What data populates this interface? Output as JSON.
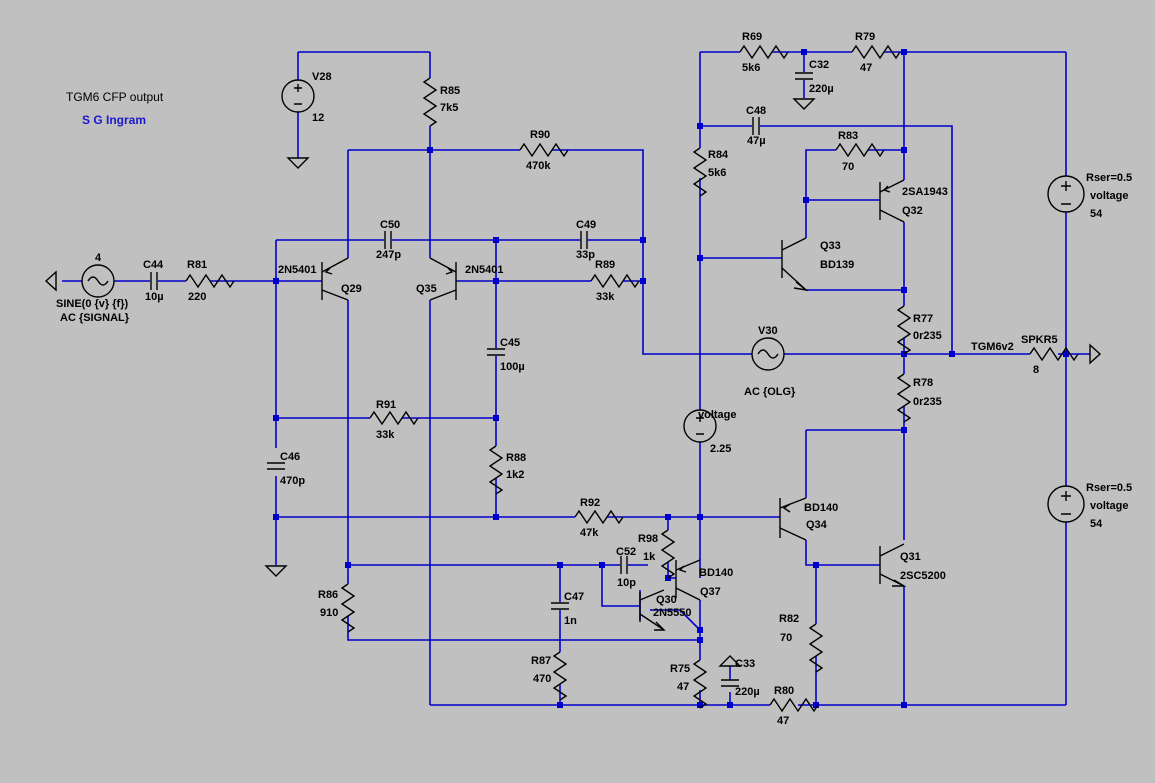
{
  "texts": {
    "title": "TGM6 CFP output",
    "author": "S G Ingram"
  },
  "components": {
    "V28_name": "V28",
    "V28_val": "12",
    "R85_name": "R85",
    "R85_val": "7k5",
    "R90_name": "R90",
    "R90_val": "470k",
    "C50_name": "C50",
    "C50_val": "247p",
    "C49_name": "C49",
    "C49_val": "33p",
    "R89_name": "R89",
    "R89_val": "33k",
    "src_num": "4",
    "src_sine": "SINE(0 {v} {f})",
    "src_ac": "AC {SIGNAL}",
    "C44_name": "C44",
    "C44_val": "10µ",
    "R81_name": "R81",
    "R81_val": "220",
    "Q29_type": "2N5401",
    "Q29_name": "Q29",
    "Q35_type": "2N5401",
    "Q35_name": "Q35",
    "C45_name": "C45",
    "C45_val": "100µ",
    "R91_name": "R91",
    "R91_val": "33k",
    "R88_name": "R88",
    "R88_val": "1k2",
    "C46_name": "C46",
    "C46_val": "470p",
    "R92_name": "R92",
    "R92_val": "47k",
    "R98_name": "R98",
    "R98_val": "1k",
    "C52_name": "C52",
    "C52_val": "10p",
    "Q30_name": "Q30",
    "Q30_type": "2N5550",
    "Q37_type": "BD140",
    "Q37_name": "Q37",
    "C47_name": "C47",
    "C47_val": "1n",
    "R86_name": "R86",
    "R86_val": "910",
    "R87_name": "R87",
    "R87_val": "470",
    "R75_name": "R75",
    "R75_val": "47",
    "C33_name": "C33",
    "C33_val": "220µ",
    "R80_name": "R80",
    "R80_val": "47",
    "R82_name": "R82",
    "R82_val": "70",
    "R69_name": "R69",
    "R69_val": "5k6",
    "C32_name": "C32",
    "C32_val": "220µ",
    "R79_name": "R79",
    "R79_val": "47",
    "C48_name": "C48",
    "C48_val": "47µ",
    "R84_name": "R84",
    "R84_val": "5k6",
    "R83_name": "R83",
    "R83_val": "70",
    "Q32_type": "2SA1943",
    "Q32_name": "Q32",
    "Q33_name": "Q33",
    "Q33_type": "BD139",
    "R77_name": "R77",
    "R77_val": "0r235",
    "V30_name": "V30",
    "V30_val": "AC {OLG}",
    "R78_name": "R78",
    "R78_val": "0r235",
    "vbias_name": "voltage",
    "vbias_val": "2.25",
    "Q34_type": "BD140",
    "Q34_name": "Q34",
    "Q31_name": "Q31",
    "Q31_type": "2SC5200",
    "net_out": "TGM6v2",
    "SPKR_name": "SPKR5",
    "SPKR_val": "8",
    "vtop_rser": "Rser=0.5",
    "vtop_name": "voltage",
    "vtop_val": "54",
    "vbot_rser": "Rser=0.5",
    "vbot_name": "voltage",
    "vbot_val": "54"
  }
}
